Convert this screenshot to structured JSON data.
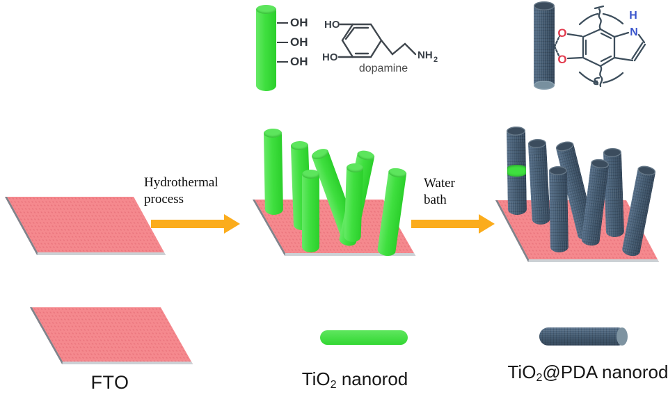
{
  "legend_top": {
    "oh_groups": [
      "OH",
      "OH",
      "OH"
    ],
    "dopamine": {
      "ho_top": "HO",
      "ho_bottom": "HO",
      "nh": "NH",
      "nh_sub": "2",
      "label": "dopamine"
    },
    "pda": {
      "o_top": "O",
      "o_bottom": "O",
      "n": "N",
      "h": "H"
    }
  },
  "steps": [
    {
      "line1": "Hydrothermal",
      "line2": "process"
    },
    {
      "line1": "Water",
      "line2": "bath"
    }
  ],
  "labels": {
    "fto": "FTO",
    "tio2": {
      "pre": "TiO",
      "sub": "2",
      "post": " nanorod"
    },
    "tio2_pda": {
      "pre": "TiO",
      "sub": "2",
      "post": "@PDA nanorod"
    }
  },
  "colors": {
    "substrate_pink": "#f5898e",
    "substrate_edge": "#ccd1d5",
    "rod_green": "#3fdf3f",
    "rod_dark": "#41586e",
    "arrow_orange": "#fbac1c",
    "oxygen_red": "#e23b4e",
    "nitrogen_blue": "#3a55cc",
    "bond_dark": "#3d4e5c"
  }
}
